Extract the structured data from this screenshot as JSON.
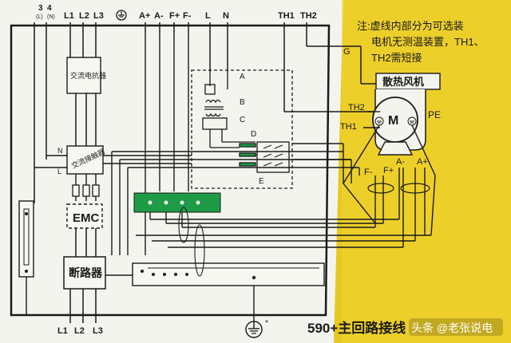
{
  "terminals": {
    "t3": "3",
    "t4": "4",
    "t3_sub": "(L)",
    "t4_sub": "(N)",
    "l1": "L1",
    "l2": "L2",
    "l3": "L3",
    "a_plus": "A+",
    "a_minus": "A-",
    "f_plus": "F+",
    "f_minus": "F-",
    "l": "L",
    "n": "N",
    "th1": "TH1",
    "th2": "TH2"
  },
  "blocks": {
    "reactor": "交流电抗器",
    "contactor": "交流接触器",
    "emc": "EMC",
    "breaker": "断路器"
  },
  "contactor_pins": {
    "n": "N",
    "l": "L"
  },
  "module_labels": {
    "a": "A",
    "b": "B",
    "c": "C",
    "d": "D",
    "e": "E"
  },
  "note": {
    "line1": "注:虚线内部分为可选装",
    "line2": "电机无测温装置，TH1、",
    "line3": "TH2需短接"
  },
  "fan": {
    "title": "散热风机",
    "motor": "M",
    "g": "G",
    "pe": "PE",
    "th1": "TH1",
    "th2": "TH2",
    "f_minus": "F-",
    "f_plus": "F+",
    "a_minus": "A-",
    "a_plus": "A+"
  },
  "bottom": {
    "l1": "L1",
    "l2": "L2",
    "l3": "L3",
    "caption": "590+主回路接线",
    "watermark": "头条 @老张说电",
    "star": "*"
  },
  "colors": {
    "paper": "#f4f4ef",
    "background": "#e8c820",
    "ink": "#1a1a1a",
    "terminal_bar": "#1d9b47"
  }
}
